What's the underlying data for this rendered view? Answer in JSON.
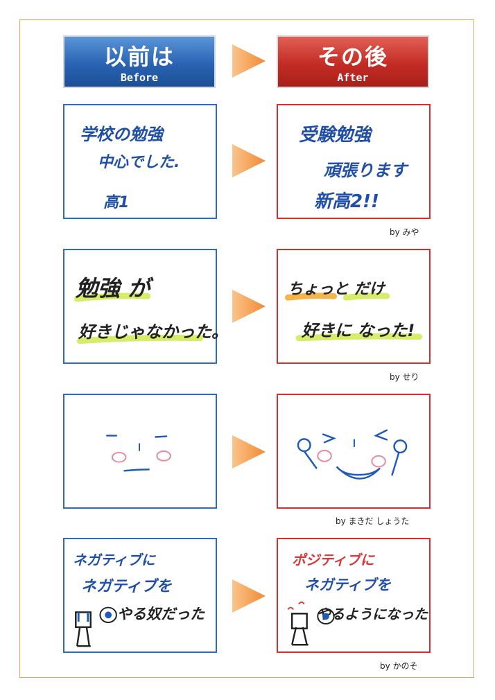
{
  "header": {
    "before": {
      "title": "以前は",
      "sub": "Before"
    },
    "after": {
      "title": "その後",
      "sub": "After"
    }
  },
  "rows": [
    {
      "before_lines": [
        "学校の勉強",
        "中心でした.",
        "高1"
      ],
      "after_lines": [
        "受験勉強",
        "頑張ります",
        "新高2!!"
      ],
      "credit": "by みや"
    },
    {
      "before_lines": [
        "勉強 が",
        "好きじゃなかった。"
      ],
      "after_lines": [
        "ちょっと だけ",
        "好きに なった!"
      ],
      "credit": "by せり"
    },
    {
      "credit": "by まきだ しょうた"
    },
    {
      "before_lines": [
        "ネガティブに",
        "ネガティブを",
        "やる奴だった"
      ],
      "after_lines": [
        "ポジティブに",
        "ネガティブを",
        "やるようになった"
      ],
      "credit": "by かのそ"
    }
  ],
  "colors": {
    "before_accent": "#2f6cb6",
    "after_accent": "#d32f2f",
    "arrow": "#f39a4a",
    "frame": "#f0a35e",
    "highlight_green": "#d8ec6a",
    "highlight_orange": "#f6b54a",
    "cheek_pink": "#e8899a"
  }
}
